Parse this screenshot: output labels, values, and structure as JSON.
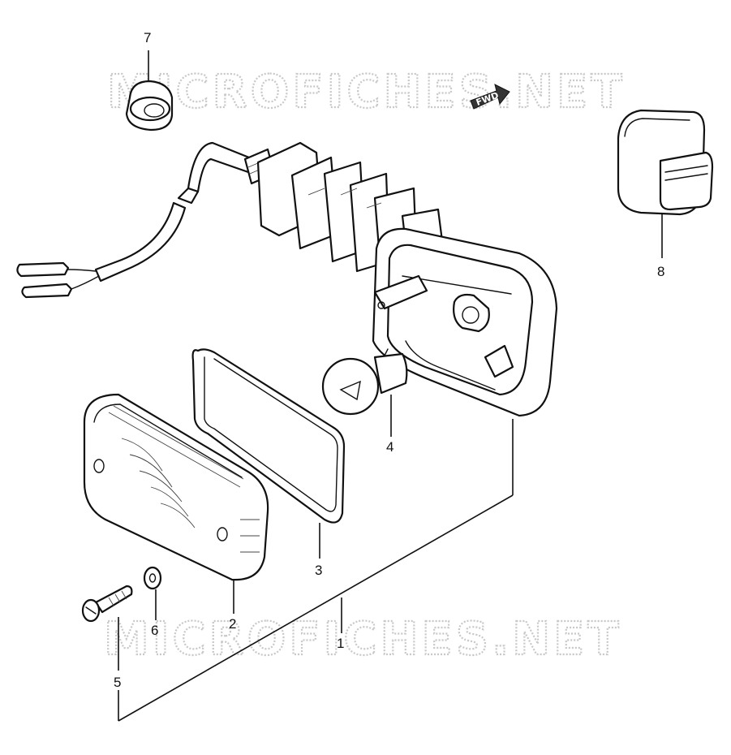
{
  "watermark": {
    "text": "MICROFICHES.NET"
  },
  "direction_marker": {
    "label": "FWD"
  },
  "callouts": [
    {
      "id": "c1",
      "label": "1"
    },
    {
      "id": "c2",
      "label": "2"
    },
    {
      "id": "c3",
      "label": "3"
    },
    {
      "id": "c4",
      "label": "4"
    },
    {
      "id": "c5",
      "label": "5"
    },
    {
      "id": "c6",
      "label": "6"
    },
    {
      "id": "c7",
      "label": "7"
    },
    {
      "id": "c8",
      "label": "8"
    }
  ],
  "colors": {
    "line": "#111111",
    "watermark": "#c8c8c8",
    "background": "#ffffff"
  }
}
